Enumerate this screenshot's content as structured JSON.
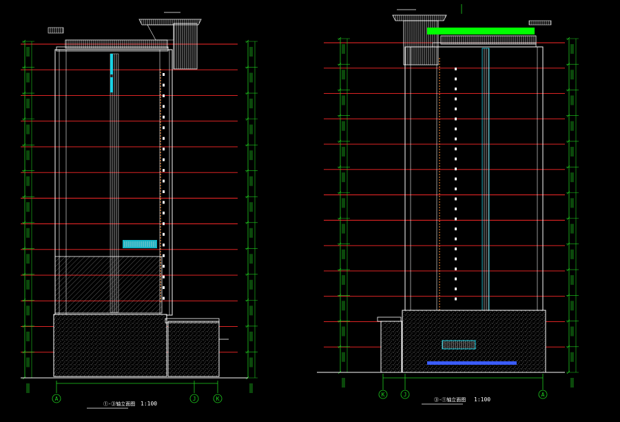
{
  "colors": {
    "background": "#000000",
    "floor_line": "#ff2a2a",
    "dim_line": "#1fd11f",
    "outline": "#ffffff",
    "cyan": "#19d3e6",
    "rust": "#e07a2a",
    "bright_green": "#00ff00",
    "blue": "#3a5cff"
  },
  "left_drawing": {
    "axis_bubbles": [
      "A",
      "J",
      "K"
    ],
    "title": "①-③轴立面图",
    "scale": "1:100"
  },
  "right_drawing": {
    "axis_bubbles": [
      "K",
      "J",
      "A"
    ],
    "title": "③-①轴立面图",
    "scale": "1:100"
  }
}
